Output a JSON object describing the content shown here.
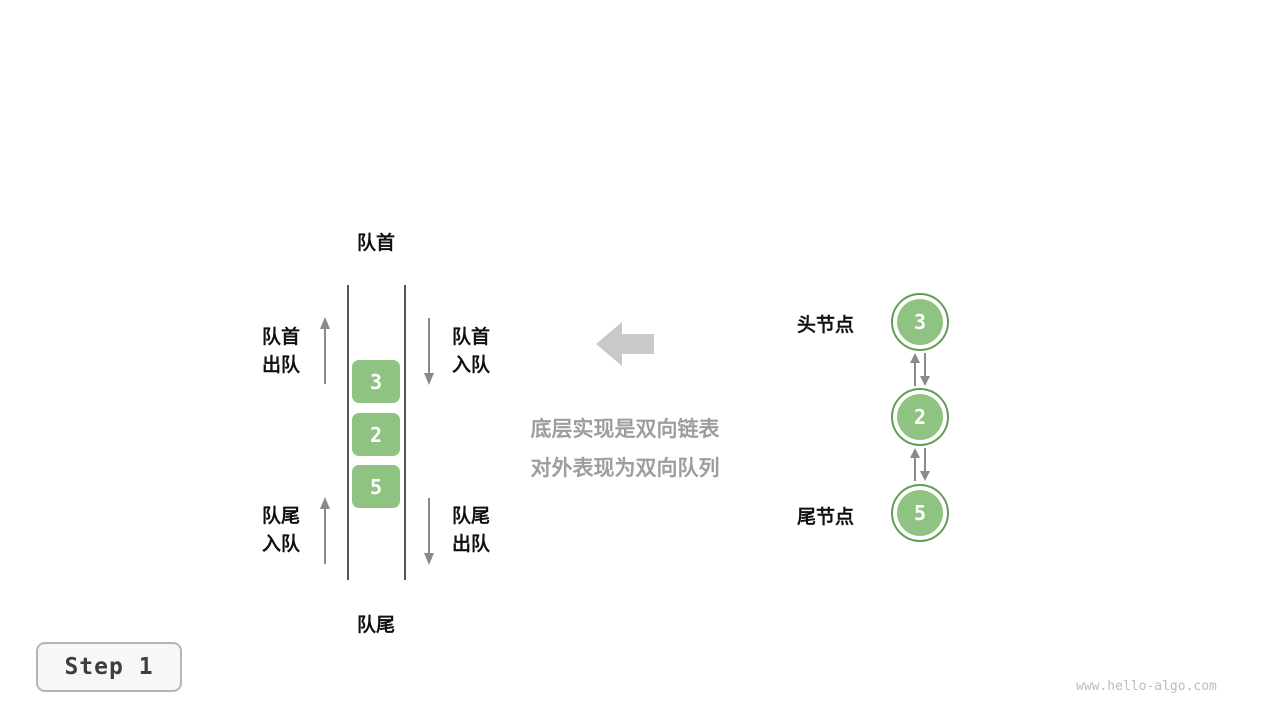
{
  "colors": {
    "node_fill": "#8fc381",
    "node_border": "#5f9e53",
    "annotation_gray": "#9e9e9e",
    "small_arrow_gray": "#8a8a8a",
    "big_arrow_gray": "#c9c9c9"
  },
  "queue": {
    "top_label": "队首",
    "bottom_label": "队尾",
    "items": [
      "3",
      "2",
      "5"
    ],
    "ops": {
      "front_dequeue": {
        "line1": "队首",
        "line2": "出队"
      },
      "front_enqueue": {
        "line1": "队首",
        "line2": "入队"
      },
      "rear_enqueue": {
        "line1": "队尾",
        "line2": "入队"
      },
      "rear_dequeue": {
        "line1": "队尾",
        "line2": "出队"
      }
    }
  },
  "annotation": {
    "line1": "底层实现是双向链表",
    "line2": "对外表现为双向队列"
  },
  "linked_list": {
    "head_label": "头节点",
    "tail_label": "尾节点",
    "nodes": [
      "3",
      "2",
      "5"
    ]
  },
  "footer": {
    "step_label": "Step 1",
    "watermark": "www.hello-algo.com"
  }
}
